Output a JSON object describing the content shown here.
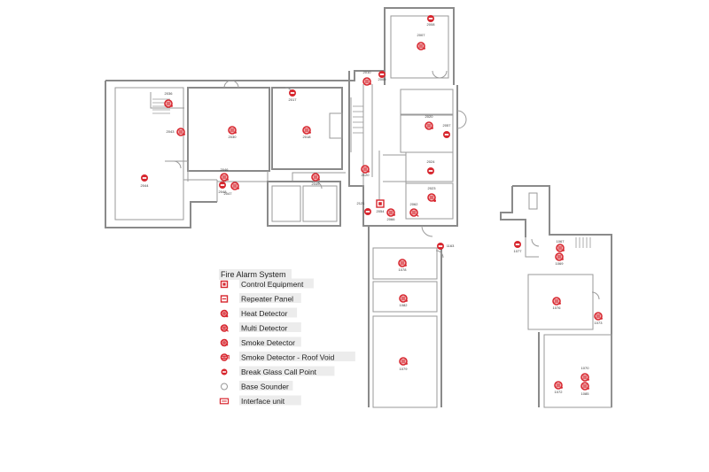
{
  "legend": {
    "title": "Fire Alarm System",
    "items": [
      {
        "label": "Control Equipment",
        "icon": "control-equipment-icon"
      },
      {
        "label": "Repeater Panel",
        "icon": "repeater-panel-icon"
      },
      {
        "label": "Heat Detector",
        "icon": "heat-detector-icon"
      },
      {
        "label": "Multi Detector",
        "icon": "multi-detector-icon"
      },
      {
        "label": "Smoke Detector",
        "icon": "smoke-detector-icon"
      },
      {
        "label": "Smoke Detector -  Roof Void",
        "icon": "smoke-detector-roof-void-icon"
      },
      {
        "label": "Break Glass Call Point",
        "icon": "break-glass-call-point-icon"
      },
      {
        "label": "Base Sounder",
        "icon": "base-sounder-icon"
      },
      {
        "label": "Interface unit",
        "icon": "interface-unit-icon"
      }
    ]
  },
  "devices": [
    {
      "label": "2007",
      "type": "smoke-detector"
    },
    {
      "label": "2008",
      "type": "break-glass-call-point"
    },
    {
      "label": "2009",
      "type": "break-glass-call-point"
    },
    {
      "label": "2010",
      "type": "smoke-detector"
    },
    {
      "label": "2017",
      "type": "break-glass-call-point"
    },
    {
      "label": "2018",
      "type": "smoke-detector"
    },
    {
      "label": "2030",
      "type": "smoke-detector"
    },
    {
      "label": "2036",
      "type": "smoke-detector"
    },
    {
      "label": "2043",
      "type": "smoke-detector"
    },
    {
      "label": "2044",
      "type": "break-glass-call-point"
    },
    {
      "label": "2046",
      "type": "smoke-detector"
    },
    {
      "label": "2047",
      "type": "smoke-detector"
    },
    {
      "label": "2048",
      "type": "break-glass-call-point"
    },
    {
      "label": "2049",
      "type": "smoke-detector"
    },
    {
      "label": "2120",
      "type": "smoke-detector"
    },
    {
      "label": "2121",
      "type": "break-glass-call-point"
    },
    {
      "label": "2054",
      "type": "control-equipment"
    },
    {
      "label": "2066",
      "type": "smoke-detector"
    },
    {
      "label": "2057",
      "type": "break-glass-call-point"
    },
    {
      "label": "2020",
      "type": "smoke-detector"
    },
    {
      "label": "2024",
      "type": "break-glass-call-point"
    },
    {
      "label": "2023",
      "type": "heat-detector"
    },
    {
      "label": "2062",
      "type": "multi-detector"
    },
    {
      "label": "1163",
      "type": "break-glass-call-point"
    },
    {
      "label": "1078",
      "type": "smoke-detector"
    },
    {
      "label": "1082",
      "type": "smoke-detector"
    },
    {
      "label": "1079",
      "type": "smoke-detector"
    },
    {
      "label": "1077",
      "type": "break-glass-call-point"
    },
    {
      "label": "1067",
      "type": "smoke-detector"
    },
    {
      "label": "1069",
      "type": "smoke-detector"
    },
    {
      "label": "1076",
      "type": "smoke-detector"
    },
    {
      "label": "1073",
      "type": "smoke-detector"
    },
    {
      "label": "1072",
      "type": "smoke-detector"
    },
    {
      "label": "1070",
      "type": "smoke-detector"
    },
    {
      "label": "1085",
      "type": "smoke-detector"
    }
  ]
}
